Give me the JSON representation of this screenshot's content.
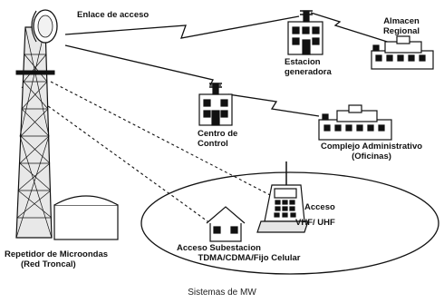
{
  "labels": {
    "enlace": "Enlace de acceso",
    "almacen_1": "Almacen",
    "almacen_2": "Regional",
    "estacion_1": "Estacion",
    "estacion_2": "generadora",
    "centro_1": "Centro de",
    "centro_2": "Control",
    "complejo_1": "Complejo Administrativo",
    "complejo_2": "(Oficinas)",
    "acceso": "Acceso",
    "vhf": "VHF/ UHF",
    "repetidor_1": "Repetidor de Microondas",
    "repetidor_2": "(Red Troncal)",
    "subestacion_1": "Acceso Subestacion",
    "subestacion_2": "TDMA/CDMA/Fijo Celular"
  },
  "caption": "Sistemas de MW"
}
